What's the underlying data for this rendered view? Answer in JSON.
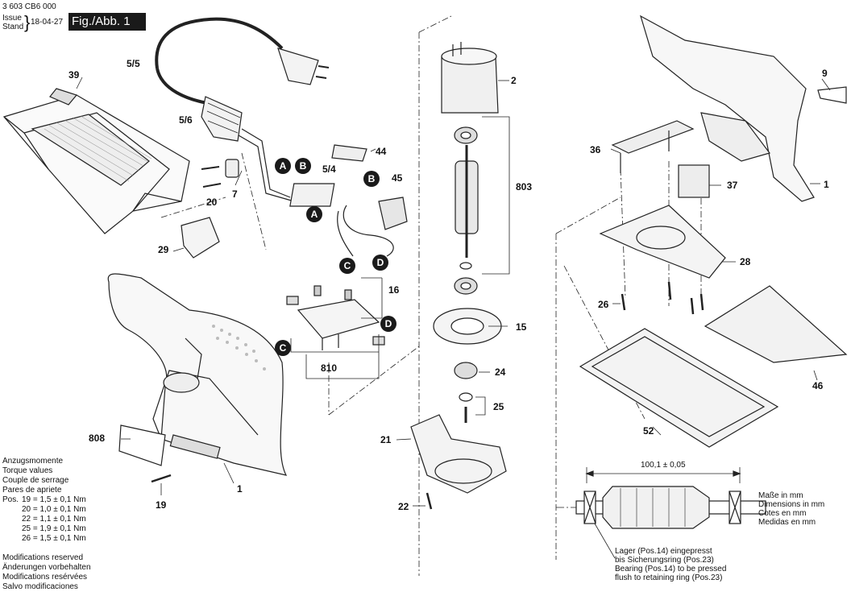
{
  "header": {
    "doc_number": "3 603 CB6 000",
    "issue_label": "Issue",
    "stand_label": "Stand",
    "date": "18-04-27",
    "figure": "Fig./Abb. 1"
  },
  "callouts": {
    "p39": "39",
    "p5_5": "5/5",
    "p5_6": "5/6",
    "p7": "7",
    "p20": "20",
    "p29": "29",
    "p808": "808",
    "p1a": "1",
    "p19": "19",
    "p44": "44",
    "p5_4": "5/4",
    "p45": "45",
    "p16": "16",
    "p810": "810",
    "p2": "2",
    "p803": "803",
    "p15": "15",
    "p24": "24",
    "p25": "25",
    "p21": "21",
    "p22": "22",
    "p9": "9",
    "p36": "36",
    "p37": "37",
    "p1b": "1",
    "p28": "28",
    "p26": "26",
    "p46": "46",
    "p52": "52"
  },
  "connectors": [
    "A",
    "B",
    "B",
    "A",
    "C",
    "D",
    "D",
    "C"
  ],
  "torque": {
    "headings": [
      "Anzugsmomente",
      "Torque values",
      "Couple de serrage",
      "Pares de apriete"
    ],
    "pos_label": "Pos.",
    "rows": [
      "19 = 1,5 ± 0,1 Nm",
      "20 = 1,0 ± 0,1 Nm",
      "22 = 1,1 ± 0,1 Nm",
      "25 = 1,9 ± 0,1 Nm",
      "26 = 1,5 ± 0,1 Nm"
    ]
  },
  "modifications": [
    "Modifications reserved",
    "Änderungen vorbehalten",
    "Modifications resérvées",
    "Salvo modificaciones"
  ],
  "dimension": "100,1 ± 0,05",
  "units": [
    "Maße in mm",
    "Dimensions in mm",
    "Cotes en mm",
    "Medidas en mm"
  ],
  "bearing_note": [
    "Lager (Pos.14) eingepresst",
    "bis Sicherungsring (Pos.23)",
    "Bearing (Pos.14) to be pressed",
    "flush to retaining ring (Pos.23)"
  ]
}
